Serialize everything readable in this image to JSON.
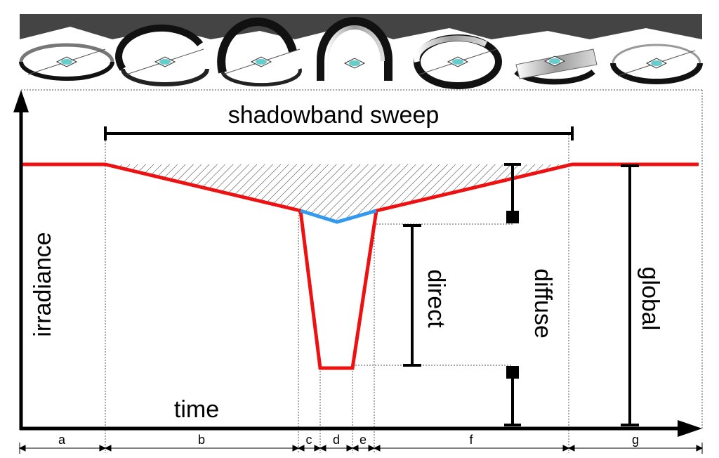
{
  "title": "shadowband sweep",
  "axis": {
    "y_label": "irradiance",
    "x_label": "time"
  },
  "components": {
    "direct": "direct",
    "diffuse": "diffuse",
    "global": "global"
  },
  "phases": [
    "a",
    "b",
    "c",
    "d",
    "e",
    "f",
    "g"
  ],
  "colors": {
    "trace": "#ee1111",
    "shaded_trace": "#3399ee",
    "axis": "#000000",
    "banner": "#444444"
  },
  "icons": [
    "shadowband-position-1",
    "shadowband-position-2",
    "shadowband-position-3",
    "shadowband-position-4",
    "shadowband-position-5",
    "shadowband-position-6",
    "shadowband-position-7"
  ]
}
